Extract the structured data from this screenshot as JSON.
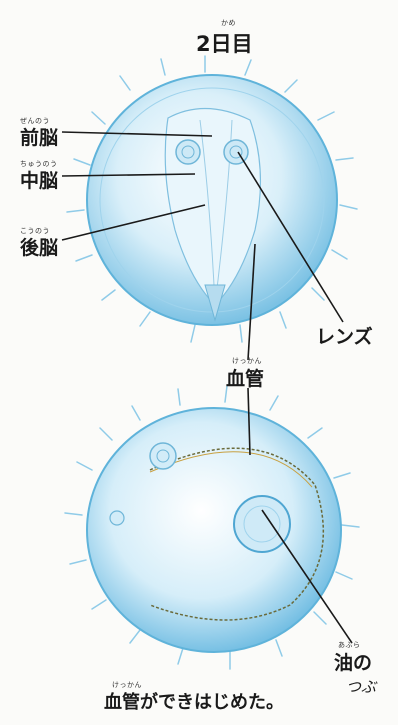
{
  "title": {
    "text": "2日目",
    "ruby": "かめ"
  },
  "labels": {
    "forebrain": {
      "text": "前脳",
      "ruby": "ぜんのう"
    },
    "midbrain": {
      "text": "中脳",
      "ruby": "ちゅうのう"
    },
    "hindbrain": {
      "text": "後脳",
      "ruby": "こうのう"
    },
    "lens": {
      "text": "レンズ"
    },
    "blood_vessel": {
      "text": "血管",
      "ruby": "けっかん"
    },
    "oil_drop": {
      "text": "油の",
      "text2": "つぶ",
      "ruby": "あぶら"
    }
  },
  "caption": {
    "text": "血管ができはじめた。",
    "ruby": "けっかん"
  },
  "colors": {
    "egg_fill": "#bfe3f4",
    "egg_edge": "#5fb3da",
    "villi": "#8fcbe8",
    "leader_line": "#1a1a1a",
    "blood_vessel_line": "#6a6a3a"
  }
}
